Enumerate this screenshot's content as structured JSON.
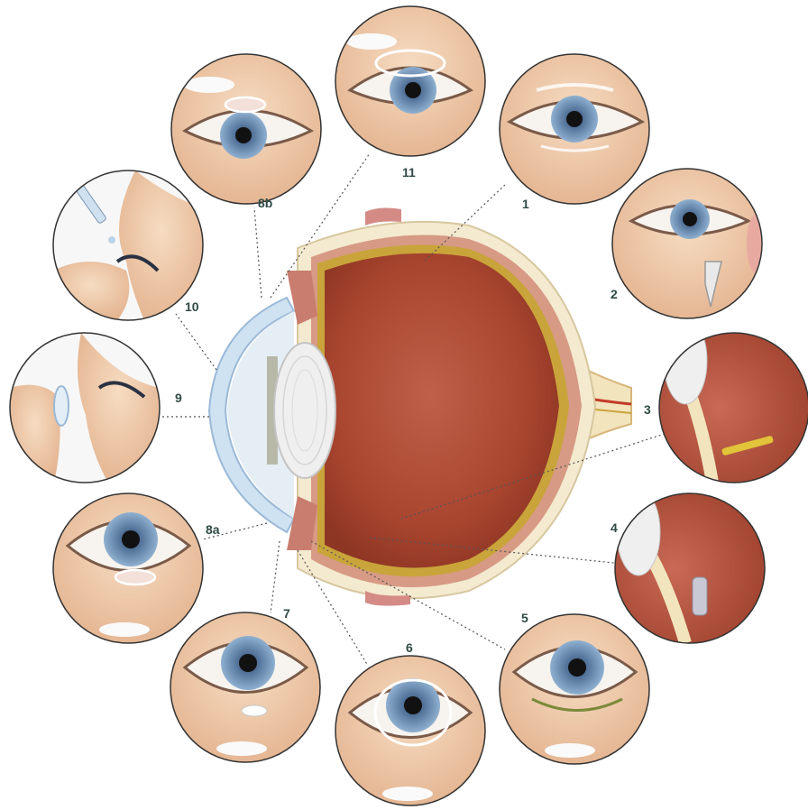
{
  "labels": {
    "n1": "1",
    "n2": "2",
    "n3": "3",
    "n4": "4",
    "n5": "5",
    "n6": "6",
    "n7": "7",
    "n8a": "8a",
    "n8b": "8b",
    "n9": "9",
    "n10": "10",
    "n11": "11"
  },
  "colors": {
    "sclera": "#f4ead0",
    "choroid": "#c97d6f",
    "retina_interior": "#a8452f",
    "cornea": "#cfe2f1",
    "iris": "#6f91b6",
    "skin": "#f0c9a8",
    "leader_line": "#555555"
  }
}
